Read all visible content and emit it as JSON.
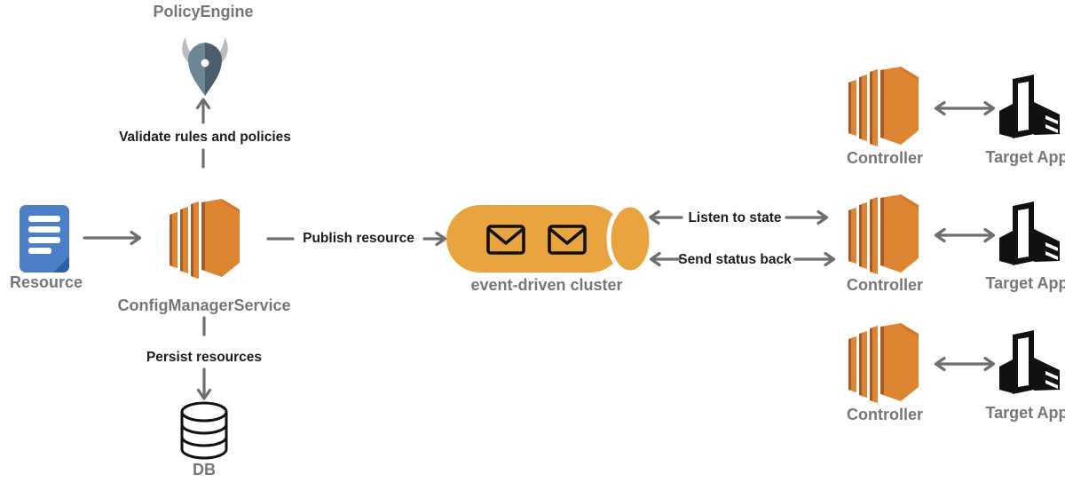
{
  "nodes": {
    "policy_engine": "PolicyEngine",
    "resource": "Resource",
    "config_manager": "ConfigManagerService",
    "cluster": "event-driven cluster",
    "db": "DB"
  },
  "edges": {
    "validate": "Validate rules and policies",
    "publish": "Publish resource",
    "persist": "Persist resources",
    "listen": "Listen to state",
    "send": "Send status back"
  },
  "rows": [
    {
      "controller": "Controller",
      "target_app": "Target App"
    },
    {
      "controller": "Controller",
      "target_app": "Target App"
    },
    {
      "controller": "Controller",
      "target_app": "Target App"
    }
  ],
  "icon_names": {
    "policy_engine": "viking-helmet-icon",
    "resource": "document-icon",
    "config_manager": "aws-service-icon",
    "cluster": "queue-cylinder-icon",
    "message": "envelope-icon",
    "controller": "aws-service-icon",
    "target_app": "building-icon",
    "db": "database-cylinder-icon"
  },
  "colors": {
    "aws_orange": "#DE8531",
    "aws_orange_dark": "#A55B28",
    "cluster_orange": "#E9A440",
    "doc_blue": "#4C80C6",
    "doc_blue_dark": "#2F5FA8",
    "helmet_light": "#6C8693",
    "helmet_dark": "#4A5F6A",
    "horn_gray": "#B9BDC0",
    "arrow_gray": "#6E6E6E",
    "label_gray": "#75767A",
    "label_black": "#1C1C1C",
    "glyph_black": "#111111"
  }
}
